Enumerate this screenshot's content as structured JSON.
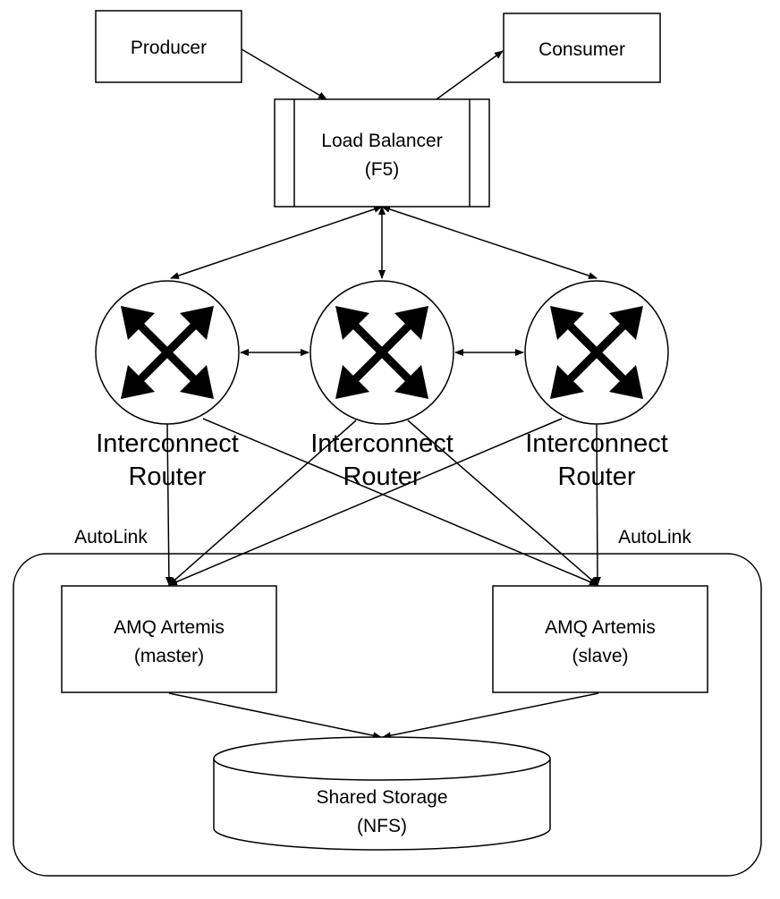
{
  "nodes": {
    "producer": "Producer",
    "consumer": "Consumer",
    "load_balancer": [
      "Load Balancer",
      "(F5)"
    ],
    "routers": [
      [
        "Interconnect",
        "Router"
      ],
      [
        "Interconnect",
        "Router"
      ],
      [
        "Interconnect",
        "Router"
      ]
    ],
    "autolink_left": "AutoLink",
    "autolink_right": "AutoLink",
    "amq_master": [
      "AMQ Artemis",
      "(master)"
    ],
    "amq_slave": [
      "AMQ Artemis",
      "(slave)"
    ],
    "shared_storage": [
      "Shared Storage",
      "(NFS)"
    ]
  },
  "colors": {
    "stroke": "#000000",
    "background": "#ffffff"
  },
  "icons": {
    "router": "four-way-arrow-router-icon"
  }
}
